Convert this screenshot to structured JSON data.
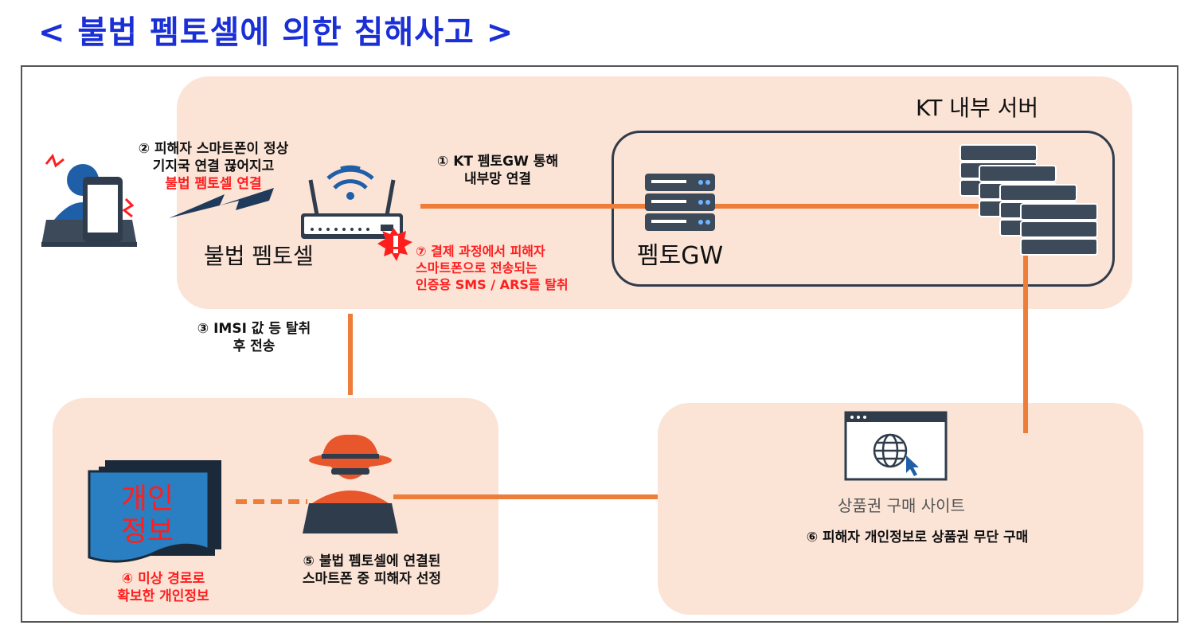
{
  "title": "< 불법 펨토셀에 의한 침해사고 >",
  "top_panel": {
    "server_label": "KT 내부 서버",
    "femtocell_label": "불법 펨토셀",
    "gw_label": "펨토GW"
  },
  "steps": {
    "s1": [
      "① KT 펨토GW 통해",
      "내부망 연결"
    ],
    "s2": [
      "② 피해자 스마트폰이 정상",
      "기지국 연결 끊어지고",
      "불법 펨토셀 연결"
    ],
    "s7": [
      "⑦ 결제 과정에서 피해자",
      "스마트폰으로 전송되는",
      "인증용 SMS / ARS를 탈취"
    ],
    "s3": [
      "③ IMSI 값 등 탈취",
      "후 전송"
    ],
    "s4": [
      "④ 미상 경로로",
      "확보한 개인정보"
    ],
    "s5": [
      "⑤ 불법 펨토셀에 연결된",
      "스마트폰 중 피해자 선정"
    ],
    "s6": "⑥ 피해자 개인정보로 상품권 무단 구매"
  },
  "bottom": {
    "document_text": [
      "개인",
      "정보"
    ],
    "site_label": "상품권 구매 사이트"
  },
  "colors": {
    "title": "#1a2fd6",
    "panel": "#fbe3d6",
    "connector": "#ee7d3a",
    "alert": "#ff1e1e",
    "document": "#2a7fc2",
    "hacker": "#e8562b",
    "dark": "#2f3c4c"
  },
  "icons": [
    "victim-phone-icon",
    "wifi-router-icon",
    "warning-icon",
    "server-icon",
    "server-stack-icon",
    "document-icon",
    "hacker-icon",
    "web-browser-icon"
  ]
}
